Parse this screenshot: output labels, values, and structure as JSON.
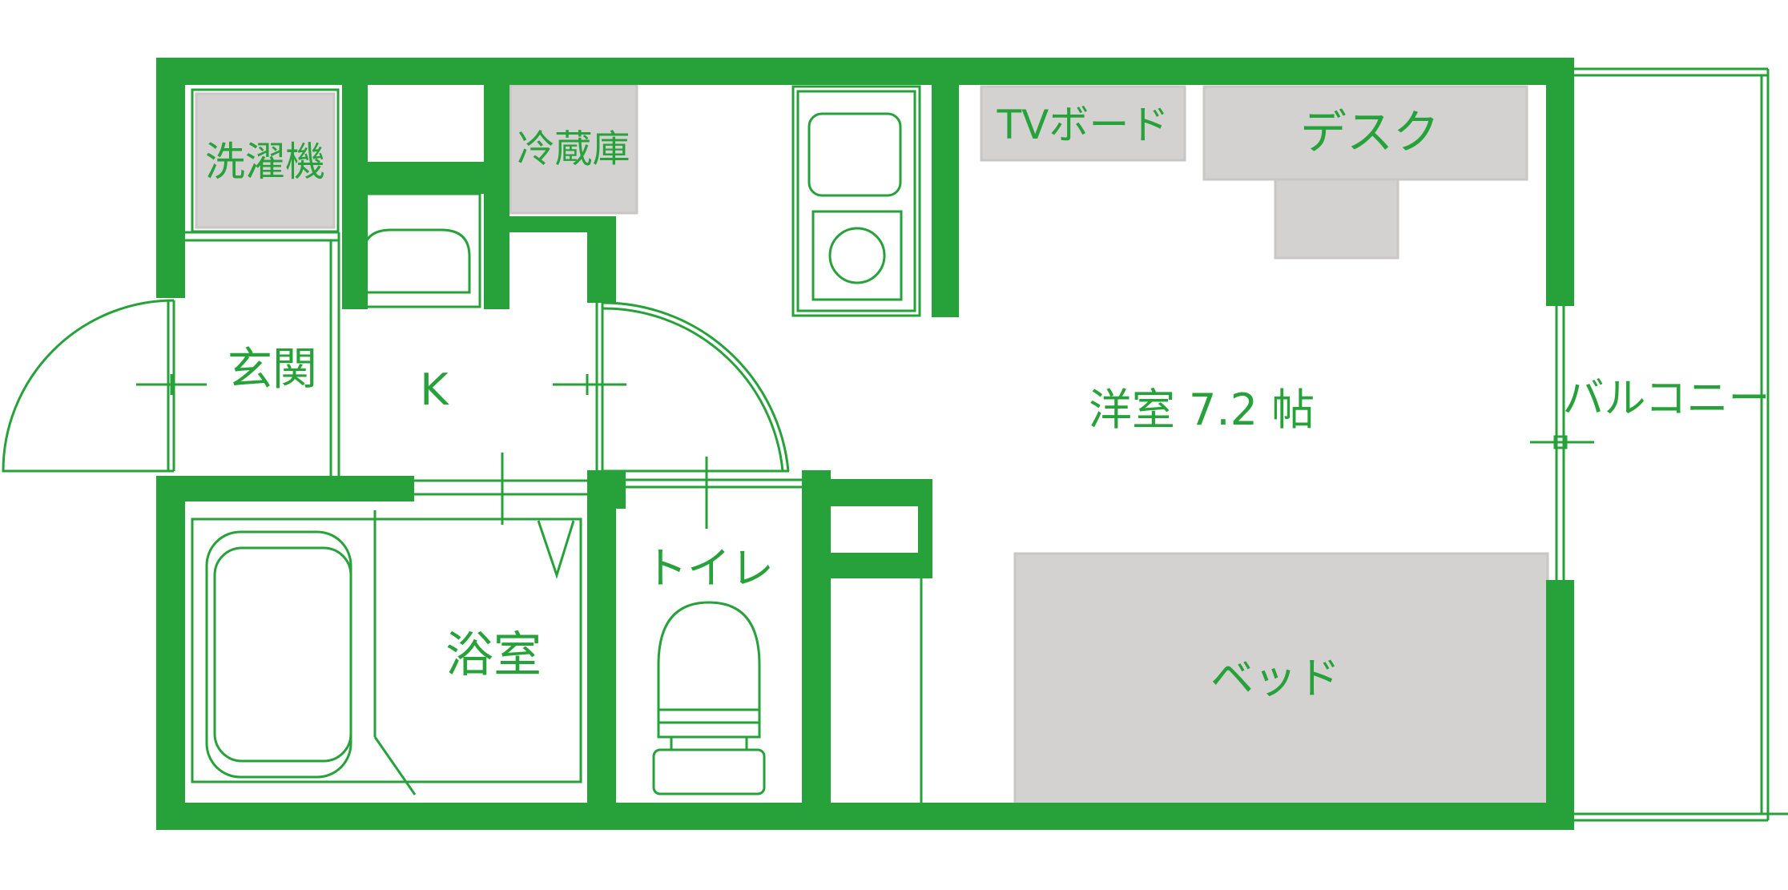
{
  "colors": {
    "wall": "#27A23A",
    "furniture_fill": "#D3D2D0",
    "furniture_stroke": "#C8C7C5",
    "background": "#FFFFFF"
  },
  "labels": {
    "washing_machine": "洗濯機",
    "fridge": "冷蔵庫",
    "tv_board": "TVボード",
    "desk": "デスク",
    "entrance": "玄関",
    "kitchen": "K",
    "western_room": "洋室 7.2 帖",
    "balcony": "バルコニー",
    "toilet": "トイレ",
    "bath": "浴室",
    "bed": "ベッド"
  }
}
